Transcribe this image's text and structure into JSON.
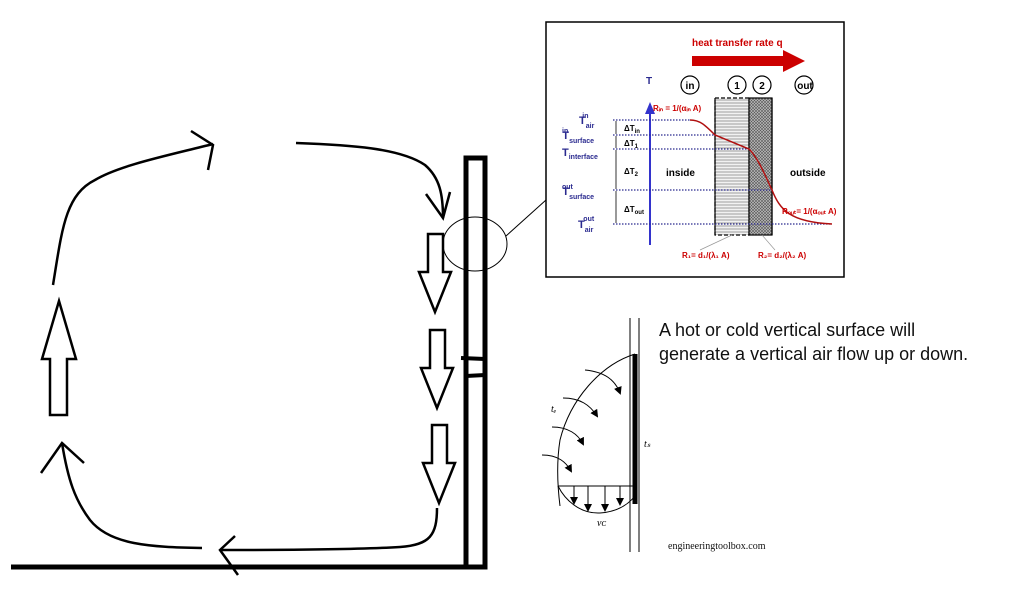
{
  "caption": {
    "line1": "A hot or cold vertical surface will",
    "line2": "generate a vertical air flow up or down."
  },
  "watermark": "engineeringtoolbox.com",
  "inset": {
    "title": "heat transfer rate q",
    "axis_label": "T",
    "zones": {
      "in": "in",
      "layer1": "1",
      "layer2": "2",
      "out": "out"
    },
    "regions": {
      "inside": "inside",
      "outside": "outside"
    },
    "temperatures": {
      "t_air_in": {
        "base": "T",
        "sup": "in",
        "sub": "air"
      },
      "t_surface_in": {
        "base": "T",
        "sup": "in",
        "sub": "surface"
      },
      "t_interface": {
        "base": "T",
        "sub": "interface"
      },
      "t_surface_out": {
        "base": "T",
        "sup": "out",
        "sub": "surface"
      },
      "t_air_out": {
        "base": "T",
        "sup": "out",
        "sub": "air"
      }
    },
    "deltas": {
      "dt_in": {
        "base": "ΔT",
        "sub": "in"
      },
      "dt_1": {
        "base": "ΔT",
        "sub": "1"
      },
      "dt_2": {
        "base": "ΔT",
        "sub": "2"
      },
      "dt_out": {
        "base": "ΔT",
        "sub": "out"
      }
    },
    "resistances": {
      "r_in": "Rᵢₙ = 1/(αᵢₙ A)",
      "r_out": "Rₒᵤₜ= 1/(αₒᵤₜ A)",
      "r_1": "R₁= d₁/(λ₁ A)",
      "r_2": "R₂= d₂/(λ₂ A)"
    },
    "colors": {
      "label_blue": "#2a2a8f",
      "axis_blue": "#3333cc",
      "red": "#cc0000",
      "curve_red": "#b01010"
    }
  },
  "boundary_layer": {
    "t_e": "tₑ",
    "t_s": "tₛ",
    "v_c": "vᴄ"
  }
}
